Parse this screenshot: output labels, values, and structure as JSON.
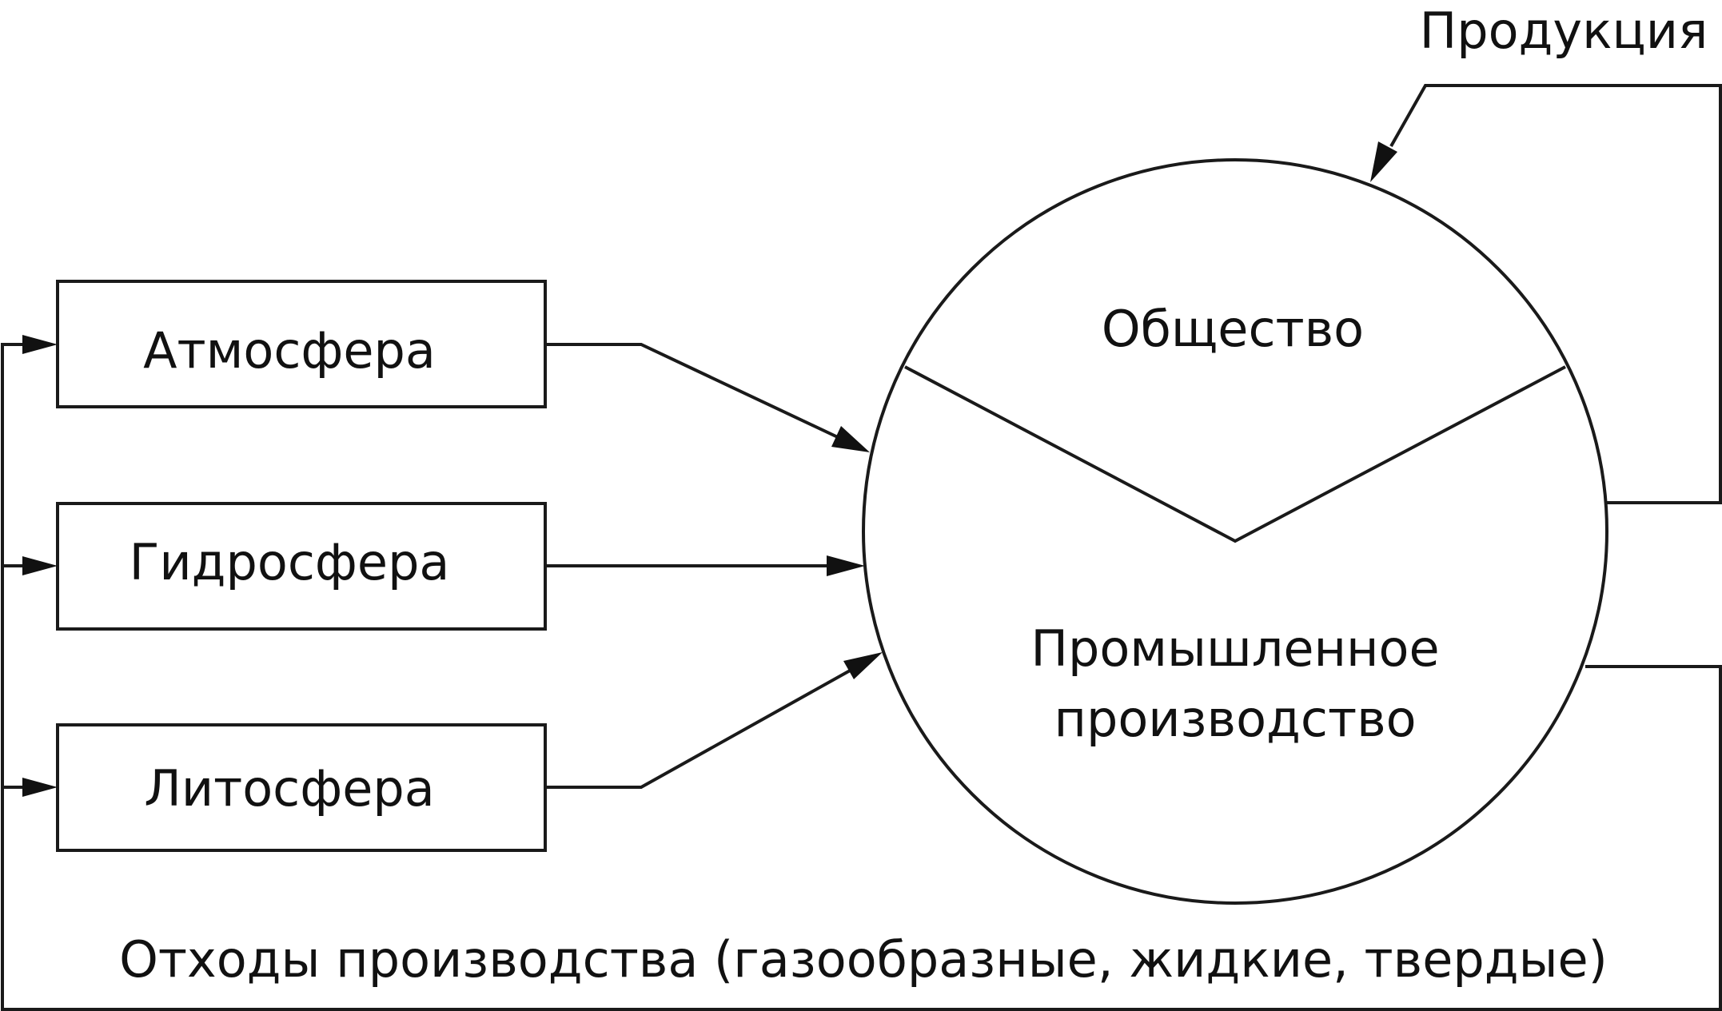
{
  "spheres": {
    "atmosphere": "Атмосфера",
    "hydrosphere": "Гидросфера",
    "lithosphere": "Литосфера"
  },
  "circle": {
    "society": "Общество",
    "industry_line1": "Промышленное",
    "industry_line2": "производство"
  },
  "flows": {
    "products": "Продукция",
    "waste": "Отходы производства (газообразные, жидкие, твердые)"
  }
}
